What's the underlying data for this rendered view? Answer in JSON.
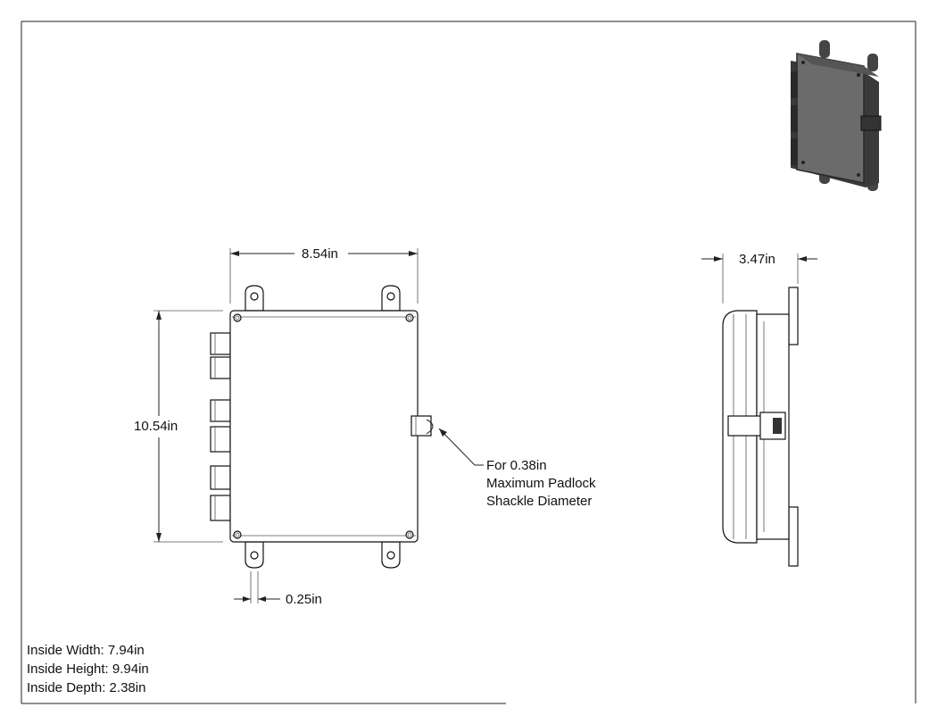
{
  "dimensions": {
    "width": "8.54in",
    "height": "10.54in",
    "depth": "3.47in",
    "hole_offset": "0.25in"
  },
  "padlock_note": {
    "line1": "For 0.38in",
    "line2": "Maximum Padlock",
    "line3": "Shackle Diameter"
  },
  "inside_dims": {
    "width": "Inside Width: 7.94in",
    "height": "Inside Height: 9.94in",
    "depth": "Inside Depth: 2.38in"
  },
  "colors": {
    "line": "#222222",
    "enclosure_iso": "#6b6b6b"
  }
}
